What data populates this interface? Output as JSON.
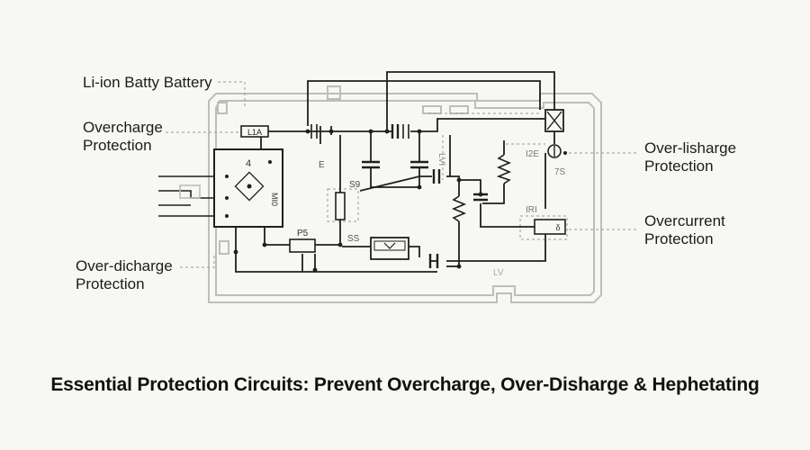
{
  "callouts": {
    "battery": "Li-ion Batty Battery",
    "overcharge_line1": "Overcharge",
    "overcharge_line2": "Protection",
    "over_discharge_left_line1": "Over-dicharge",
    "over_discharge_left_line2": "Protection",
    "over_discharge_right_line1": "Over-lisharge",
    "over_discharge_right_line2": "Protection",
    "overcurrent_line1": "Overcurrent",
    "overcurrent_line2": "Protection"
  },
  "component_labels": {
    "top_ic": "L1A",
    "main_ic_pin": "4",
    "main_ic_side": "MI0",
    "label_e": "E",
    "label_s9": "S9",
    "label_lvl": "LVI",
    "label_i2e": "I2E",
    "label_7s": "7S",
    "label_iri": "IRI",
    "label_p5": "P5",
    "label_ss": "SS",
    "label_lv": "LV"
  },
  "caption": "Essential Protection Circuits: Prevent Overcharge, Over-Disharge & Hephetating",
  "colors": {
    "line": "#1f1f1f",
    "board": "#bdbdbd",
    "dashed": "#9a9a9a",
    "background": "#f7f7f4"
  }
}
